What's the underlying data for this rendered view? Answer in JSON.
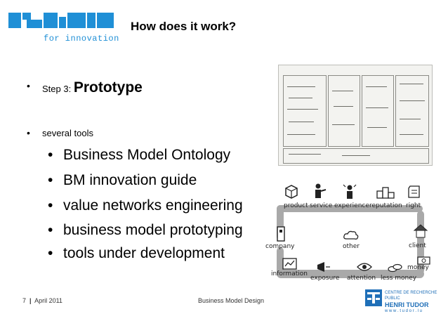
{
  "logo": {
    "tagline": "for innovation"
  },
  "title": "How does it work?",
  "bullets": {
    "step_prefix": "Step 3:",
    "step_value": "Prototype",
    "several": "several tools",
    "tools": [
      "Business Model Ontology",
      "BM innovation guide",
      "value networks engineering",
      "business model prototyping",
      "tools under development"
    ]
  },
  "diagram": {
    "top_labels": [
      "product",
      "service",
      "experience",
      "reputation",
      "right"
    ],
    "company": "company",
    "other": "other",
    "client": "client",
    "money": "money",
    "information": "information",
    "bottom_labels": [
      "exposure",
      "attention",
      "less money"
    ]
  },
  "footer": {
    "page": "7",
    "sep": "|",
    "date": "April 2011",
    "center": "Business Model Design",
    "org_line1": "CENTRE DE RECHERCHE PUBLIC",
    "org_line2": "HENRI TUDOR",
    "org_line3": "w w w . t u d o r . l u"
  },
  "colors": {
    "brand_blue": "#1f8fd6",
    "tudor_blue": "#1f6fb8"
  }
}
